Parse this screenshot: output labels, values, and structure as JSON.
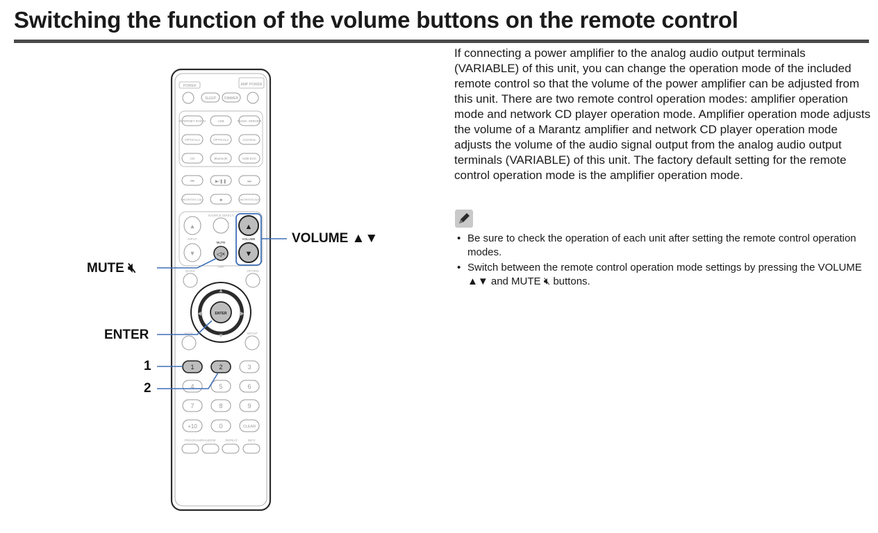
{
  "header": {
    "title": "Switching the function of the volume buttons on the remote control"
  },
  "figure": {
    "callouts": {
      "volume": "VOLUME ▲▼",
      "mute": "MUTE 🔇︎",
      "enter": "ENTER",
      "one": "1",
      "two": "2"
    },
    "remote": {
      "top_labels": [
        "POWER",
        "AMP POWER"
      ],
      "row_source": [
        "SLEEP",
        "DIMMER"
      ],
      "input_rows": [
        [
          "INTERNET RADIO",
          "USB",
          "MUSIC SERVER"
        ],
        [
          "OPTICAL1",
          "OPTICAL2",
          "COAXIAL"
        ],
        [
          "CD",
          "Bluetooth",
          "USB-DAC"
        ]
      ],
      "transport": [
        "⏮",
        "▶/❚❚",
        "⏭"
      ],
      "transport2": [
        "FAVORITES CALL",
        "■",
        "FAVORITES ADD"
      ],
      "section_labels": [
        "SOURCE DIRECT",
        "INPUT",
        "MUTE",
        "VOLUME",
        "AMP",
        "OPTION",
        "BACK",
        "SETUP",
        "ENTER"
      ],
      "numpad": [
        "1",
        "2",
        "3",
        "4",
        "5",
        "6",
        "7",
        "8",
        "9",
        "+10",
        "0",
        "CLEAR"
      ],
      "bottom_labels": [
        "PROGRAM/RANDOM",
        "REPEAT",
        "INFO"
      ]
    }
  },
  "body": {
    "intro": "If connecting a power amplifier to the analog audio output terminals (VARIABLE) of this unit, you can change the operation mode of the included remote control so that the volume of the power amplifier can be adjusted from this unit. There are two remote control operation modes: amplifier operation mode and network CD player operation mode. Amplifier operation mode adjusts the volume of a Marantz amplifier and network CD player operation mode adjusts the volume of the audio signal output from the analog audio output terminals (VARIABLE) of this unit. The factory default setting for the remote control operation mode is the amplifier operation mode.",
    "notes": [
      "Be sure to check the operation of each unit after setting the remote control operation modes.",
      "Switch between the remote control operation mode settings by pressing the VOLUME ▲▼ and MUTE 🔇︎ buttons."
    ]
  },
  "colors": {
    "callout_line": "#3f6fb6",
    "highlight_button": "#bdbdbd",
    "title_rule": "#4a4a4a"
  }
}
